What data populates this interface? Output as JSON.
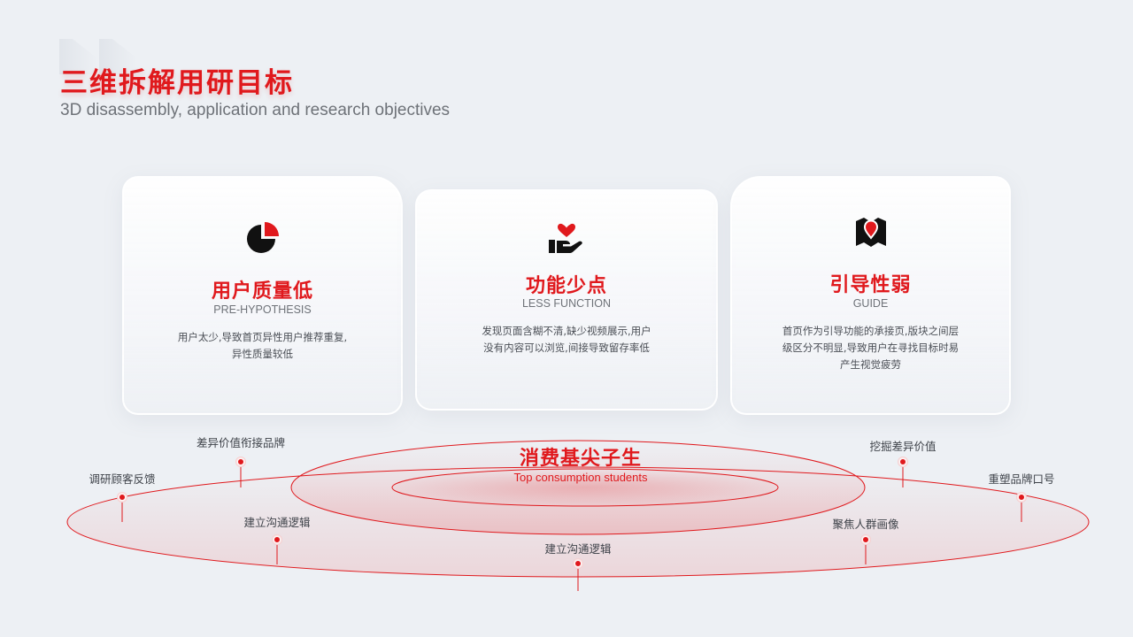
{
  "header": {
    "title": "三维拆解用研目标",
    "subtitle": "3D disassembly, application and research objectives"
  },
  "cards": [
    {
      "icon": "pie-chart-icon",
      "title": "用户质量低",
      "en": "PRE-HYPOTHESIS",
      "desc": "用户太少,导致首页异性用户推荐重复,异性质量较低"
    },
    {
      "icon": "hand-heart-icon",
      "title": "功能少点",
      "en": "LESS FUNCTION",
      "desc": "发现页面含糊不清,缺少视频展示,用户没有内容可以浏览,间接导致留存率低"
    },
    {
      "icon": "map-pin-icon",
      "title": "引导性弱",
      "en": "GUIDE",
      "desc": "首页作为引导功能的承接页,版块之间层级区分不明显,导致用户在寻找目标时易产生视觉疲劳"
    }
  ],
  "center": {
    "title": "消费基尖子生",
    "subtitle": "Top consumption students"
  },
  "pins": [
    {
      "label": "调研顾客反馈"
    },
    {
      "label": "差异价值衔接品牌"
    },
    {
      "label": "建立沟通逻辑"
    },
    {
      "label": "建立沟通逻辑"
    },
    {
      "label": "挖掘差异价值"
    },
    {
      "label": "聚焦人群画像"
    },
    {
      "label": "重塑品牌口号"
    }
  ],
  "colors": {
    "accent": "#e0191d",
    "background": "#edf0f4",
    "text_gray": "#6e7278"
  }
}
